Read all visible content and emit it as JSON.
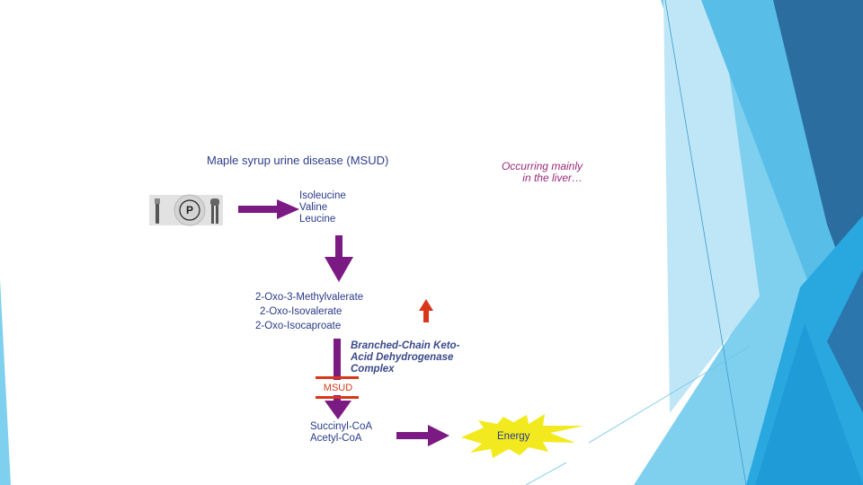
{
  "diagram": {
    "title": "Maple syrup urine disease (MSUD)",
    "note_lines": [
      "Occurring mainly",
      "in the liver…"
    ],
    "amino_acids": [
      "Isoleucine",
      "Valine",
      "Leucine"
    ],
    "keto_acids": [
      "2-Oxo-3-Methylvalerate",
      "2-Oxo-Isovalerate",
      "2-Oxo-Isocaproate"
    ],
    "enzyme_lines": [
      "Branched-Chain Keto-",
      "Acid Dehydrogenase",
      "Complex"
    ],
    "block_label": "MSUD",
    "products": [
      "Succinyl-CoA",
      "Acetyl-CoA"
    ],
    "energy_label": "Energy",
    "plate_symbol": "P",
    "plate_icon": "plate-with-cutlery-icon"
  },
  "colors": {
    "arrow": "#7b1a82",
    "up_arrow": "#d9361a",
    "block": "#d9361a",
    "burst": "#f2ea1e",
    "text": "#2a3a8a",
    "note": "#9b2b7c",
    "accent_light": "#7fd0ef",
    "accent_mid": "#29a8df",
    "accent_dark": "#2870a6"
  }
}
